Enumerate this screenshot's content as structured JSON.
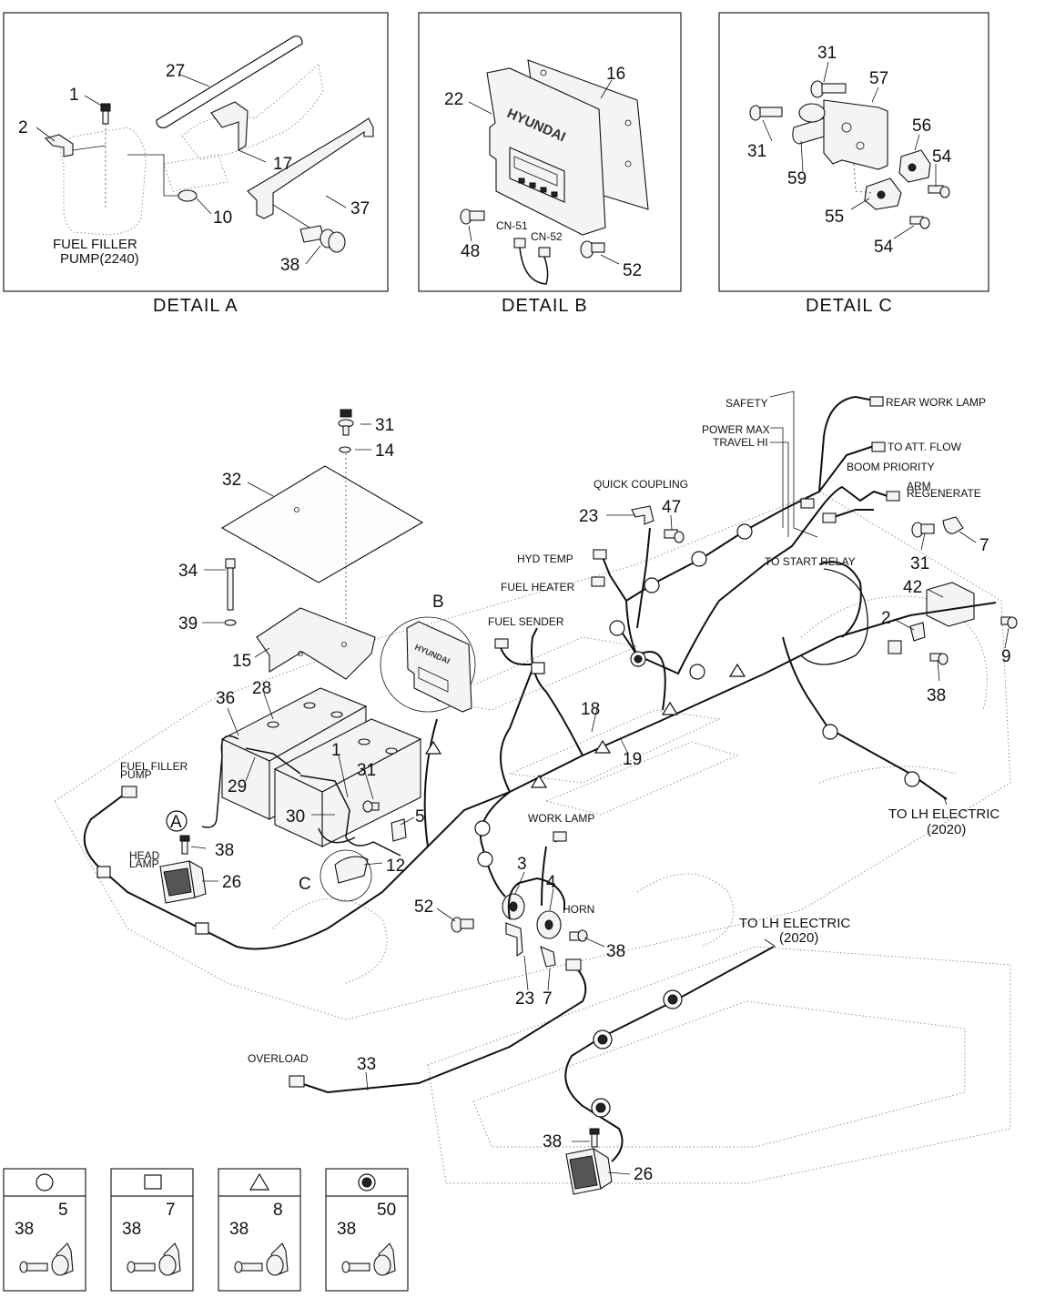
{
  "details": {
    "a": {
      "caption": "DETAIL  A",
      "label": [
        "FUEL FILLER",
        "PUMP(2240)"
      ],
      "parts": [
        "1",
        "2",
        "27",
        "17",
        "10",
        "37",
        "38"
      ]
    },
    "b": {
      "caption": "DETAIL  B",
      "brand": "HYUNDAI",
      "connectors": [
        "CN-51",
        "CN-52"
      ],
      "parts": [
        "22",
        "16",
        "48",
        "52"
      ]
    },
    "c": {
      "caption": "DETAIL  C",
      "parts": [
        "31",
        "57",
        "31",
        "56",
        "54",
        "59",
        "55",
        "54"
      ]
    }
  },
  "main": {
    "labels": {
      "safety": "SAFETY",
      "power_max": "POWER MAX",
      "travel_hi": "TRAVEL HI",
      "rear_work_lamp": "REAR WORK LAMP",
      "to_att_flow": "TO ATT. FLOW",
      "boom_priority": "BOOM PRIORITY",
      "arm_regenerate": [
        "ARM",
        "REGENERATE"
      ],
      "quick_coupling": "QUICK COUPLING",
      "hyd_temp": "HYD TEMP",
      "fuel_heater": "FUEL HEATER",
      "fuel_sender": "FUEL SENDER",
      "to_start_relay": "TO START RELAY",
      "to_lh_electric_1": [
        "TO LH ELECTRIC",
        "(2020)"
      ],
      "to_lh_electric_2": [
        "TO LH ELECTRIC",
        "(2020)"
      ],
      "fuel_filler_pump": [
        "FUEL FILLER",
        "PUMP"
      ],
      "head_lamp": [
        "HEAD",
        "LAMP"
      ],
      "work_lamp": "WORK LAMP",
      "horn": "HORN",
      "overload": "OVERLOAD",
      "callout_a": "A",
      "callout_b": "B",
      "callout_c": "C"
    },
    "parts": {
      "p31": "31",
      "p14": "14",
      "p32": "32",
      "p34": "34",
      "p39": "39",
      "p15": "15",
      "p36": "36",
      "p28": "28",
      "p1": "1",
      "p31b": "31",
      "p29": "29",
      "p30": "30",
      "p5": "5",
      "p12": "12",
      "p38a": "38",
      "p26a": "26",
      "p23a": "23",
      "p47": "47",
      "p31c": "31",
      "p7a": "7",
      "p42": "42",
      "p2": "2",
      "p9": "9",
      "p38b": "38",
      "p18": "18",
      "p19": "19",
      "p3": "3",
      "p4": "4",
      "p52": "52",
      "p38c": "38",
      "p23b": "23",
      "p7b": "7",
      "p33": "33",
      "p38d": "38",
      "p26b": "26"
    }
  },
  "legend": [
    {
      "symbol": "circle",
      "bolt": "38",
      "clip": "5"
    },
    {
      "symbol": "square",
      "bolt": "38",
      "clip": "7"
    },
    {
      "symbol": "triangle",
      "bolt": "38",
      "clip": "8"
    },
    {
      "symbol": "filled-circle",
      "bolt": "38",
      "clip": "50"
    }
  ]
}
